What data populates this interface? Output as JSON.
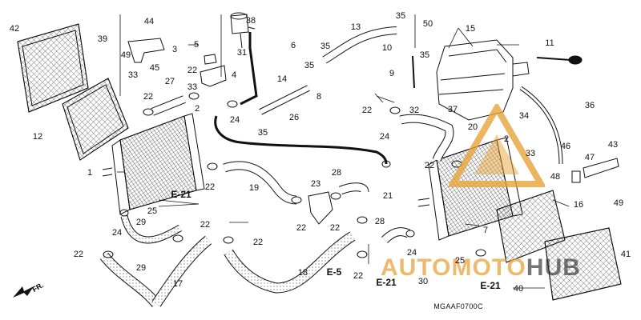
{
  "callouts": {
    "p1": "1",
    "p2": "2",
    "p3": "3",
    "p4": "4",
    "p5": "5",
    "p6": "6",
    "p7": "7",
    "p8": "8",
    "p9": "9",
    "p10": "10",
    "p11": "11",
    "p12": "12",
    "p13": "13",
    "p14": "14",
    "p15": "15",
    "p16": "16",
    "p17": "17",
    "p18": "18",
    "p19": "19",
    "p20": "20",
    "p21": "21",
    "p22": "22",
    "p23": "23",
    "p24": "24",
    "p25": "25",
    "p26": "26",
    "p27": "27",
    "p28": "28",
    "p29": "29",
    "p30": "30",
    "p31": "31",
    "p32": "32",
    "p33": "33",
    "p34": "34",
    "p35": "35",
    "p36": "36",
    "p37": "37",
    "p38": "38",
    "p39": "39",
    "p40": "40",
    "p41": "41",
    "p42": "42",
    "p43": "43",
    "p44": "44",
    "p45": "45",
    "p46": "46",
    "p47": "47",
    "p48": "48",
    "p49": "49",
    "p50": "50"
  },
  "section_refs": {
    "e21": "E-21",
    "e5": "E-5"
  },
  "diagram_code": "MGAAF0700C",
  "direction_mark": "FR.",
  "watermark": {
    "word1": "AUTOMOTO",
    "word2": "HUB",
    "color": "#e7a33b"
  },
  "colors": {
    "line": "#111111",
    "mesh": "#333333",
    "accent": "#e7a33b"
  }
}
